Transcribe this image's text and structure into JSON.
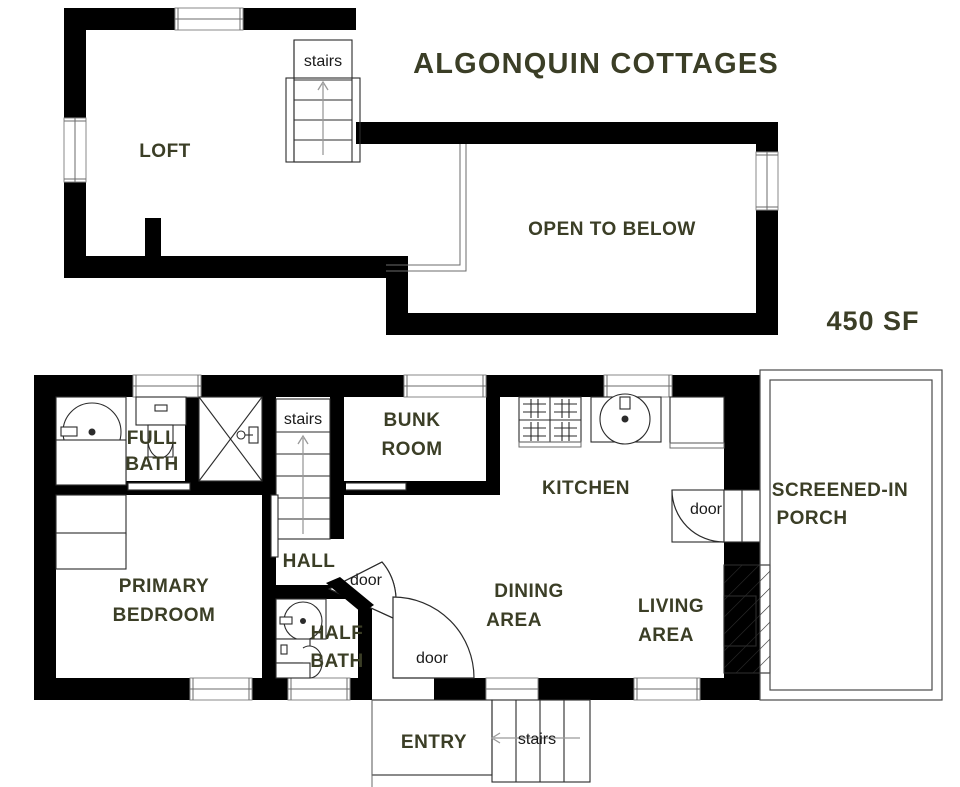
{
  "document": {
    "type": "floor-plan",
    "title": "ALGONQUIN COTTAGES",
    "area_label": "450 SF"
  },
  "upper_floor": {
    "rooms": [
      {
        "name": "LOFT",
        "label": "LOFT"
      },
      {
        "name": "OPEN TO BELOW",
        "label": "OPEN TO BELOW"
      }
    ],
    "annotations": [
      {
        "name": "stairs",
        "label": "stairs"
      }
    ]
  },
  "lower_floor": {
    "rooms": [
      {
        "name": "FULL BATH",
        "label_line1": "FULL",
        "label_line2": "BATH"
      },
      {
        "name": "BUNK ROOM",
        "label_line1": "BUNK",
        "label_line2": "ROOM"
      },
      {
        "name": "KITCHEN",
        "label": "KITCHEN"
      },
      {
        "name": "SCREENED-IN PORCH",
        "label_line1": "SCREENED-IN",
        "label_line2": "PORCH"
      },
      {
        "name": "PRIMARY BEDROOM",
        "label_line1": "PRIMARY",
        "label_line2": "BEDROOM"
      },
      {
        "name": "HALL",
        "label": "HALL"
      },
      {
        "name": "HALF BATH",
        "label_line1": "HALF",
        "label_line2": "BATH"
      },
      {
        "name": "DINING AREA",
        "label_line1": "DINING",
        "label_line2": "AREA"
      },
      {
        "name": "LIVING AREA",
        "label_line1": "LIVING",
        "label_line2": "AREA"
      },
      {
        "name": "ENTRY",
        "label": "ENTRY"
      }
    ],
    "annotations": [
      {
        "name": "stairs-interior",
        "label": "stairs"
      },
      {
        "name": "stairs-entry",
        "label": "stairs"
      },
      {
        "name": "door-porch",
        "label": "door"
      },
      {
        "name": "door-halfbath",
        "label": "door"
      },
      {
        "name": "door-entry",
        "label": "door"
      }
    ]
  },
  "colors": {
    "text": "#3b3e26",
    "wall": "#000000",
    "background": "#ffffff",
    "annotation_text": "#1a1a1a"
  }
}
